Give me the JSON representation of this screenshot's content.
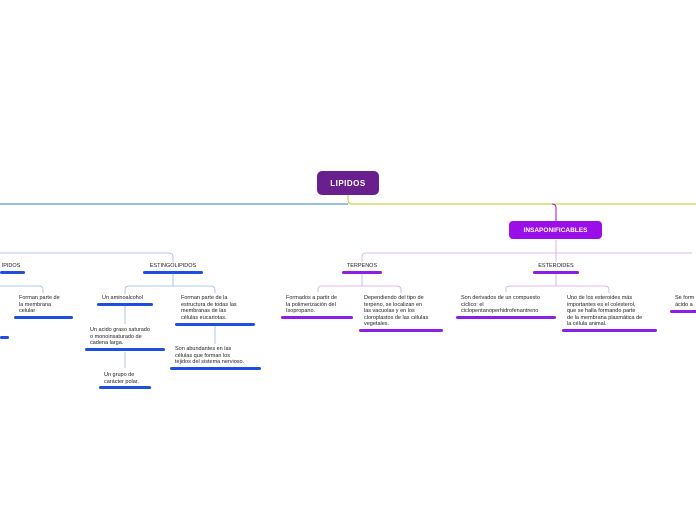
{
  "root": {
    "label": "LIPIDOS"
  },
  "branches": {
    "insaponificables": "INSAPONIFICABLES"
  },
  "categories": {
    "fosfolipidos_partial": "IPIDOS",
    "estingolipidos": "ESTINGOLIPIDOS",
    "terpenos": "TERPENOS",
    "esteroides": "ESTEROIDES"
  },
  "nodes": {
    "fosfo_membrana": "Forman parte de\nla membrana\ncelular",
    "estingo_aminoalcohol": "Un aminoalcohol",
    "estingo_acido_graso": "Un acido graso saturado\no monoinsaturado de\ncadena larga.",
    "estingo_grupo_polar": "Un grupo de\ncarácter polar.",
    "estingo_forman_parte": "Forman parte de la\nestructura de todas las\nmembranas de las\ncélulas eucariotas.",
    "estingo_abundantes": "Son abundantes en las\ncélulas que forman los\ntejidos del sistema nervioso.",
    "terp_formados": "Formados a partir de\nla polimerización del\nIsopropano.",
    "terp_dependiendo": "Dependiendo del tipo de\nterpeno, se localizan en\nlas vacuolas y en los\ncloroplastos de las células\nvegetales.",
    "ester_derivados": "Son derivados de un compuesto\ncíclico: el\nciclopentanoperhidrofenantreno",
    "ester_colesterol": "Uno de los esteroides más\nimportantes es el colesterol,\nque se halla formando parte\nde la membrana plasmática de\nla célula animal.",
    "right_partial": "Se form\nácido a"
  },
  "colors": {
    "root_bg": "#6a1f8f",
    "branch_bg": "#9a0fe8",
    "blue_line": "#2f7fd0",
    "yellow_line": "#b6d11a",
    "light_blue": "#9bb7ee",
    "light_purple": "#d2a2f0"
  }
}
